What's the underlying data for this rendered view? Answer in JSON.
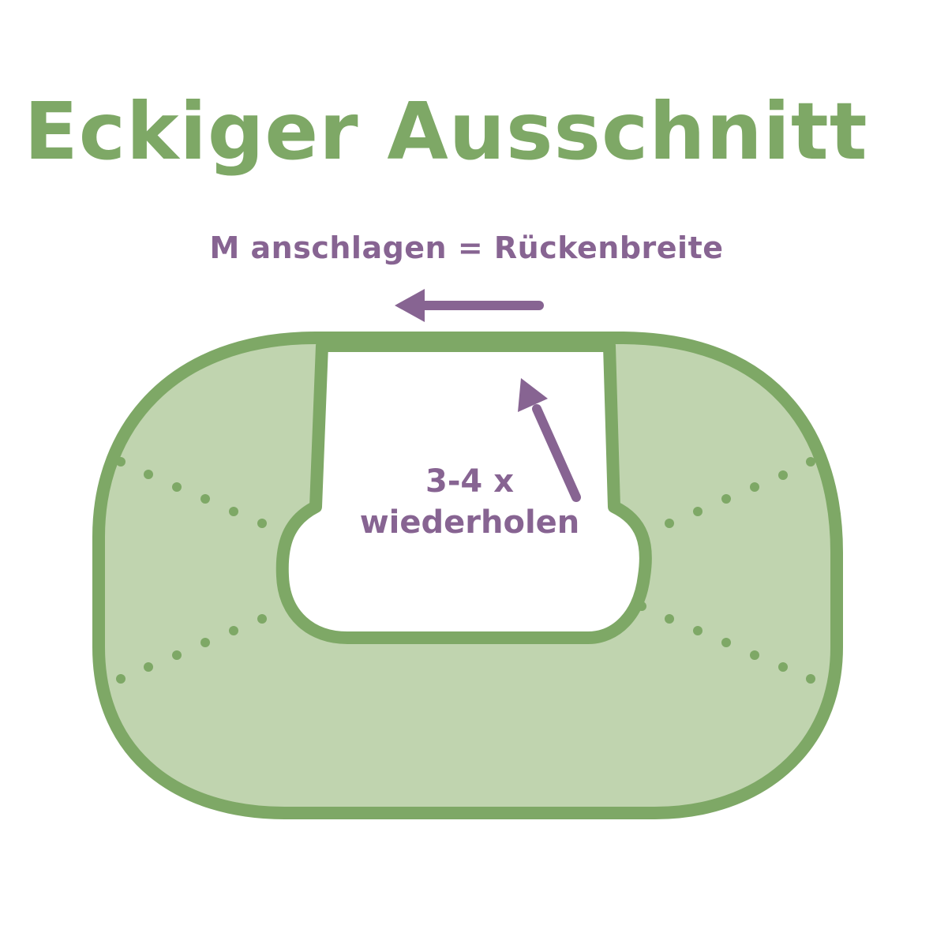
{
  "title": "Eckiger Ausschnitt",
  "labels": {
    "cast_on": "M anschlagen = Rückenbreite",
    "repeat_line1": "3-4 x",
    "repeat_line2": "wiederholen"
  },
  "colors": {
    "green_stroke": "#7ea866",
    "green_fill": "#c0d4af",
    "purple": "#876492",
    "background": "#ffffff"
  }
}
